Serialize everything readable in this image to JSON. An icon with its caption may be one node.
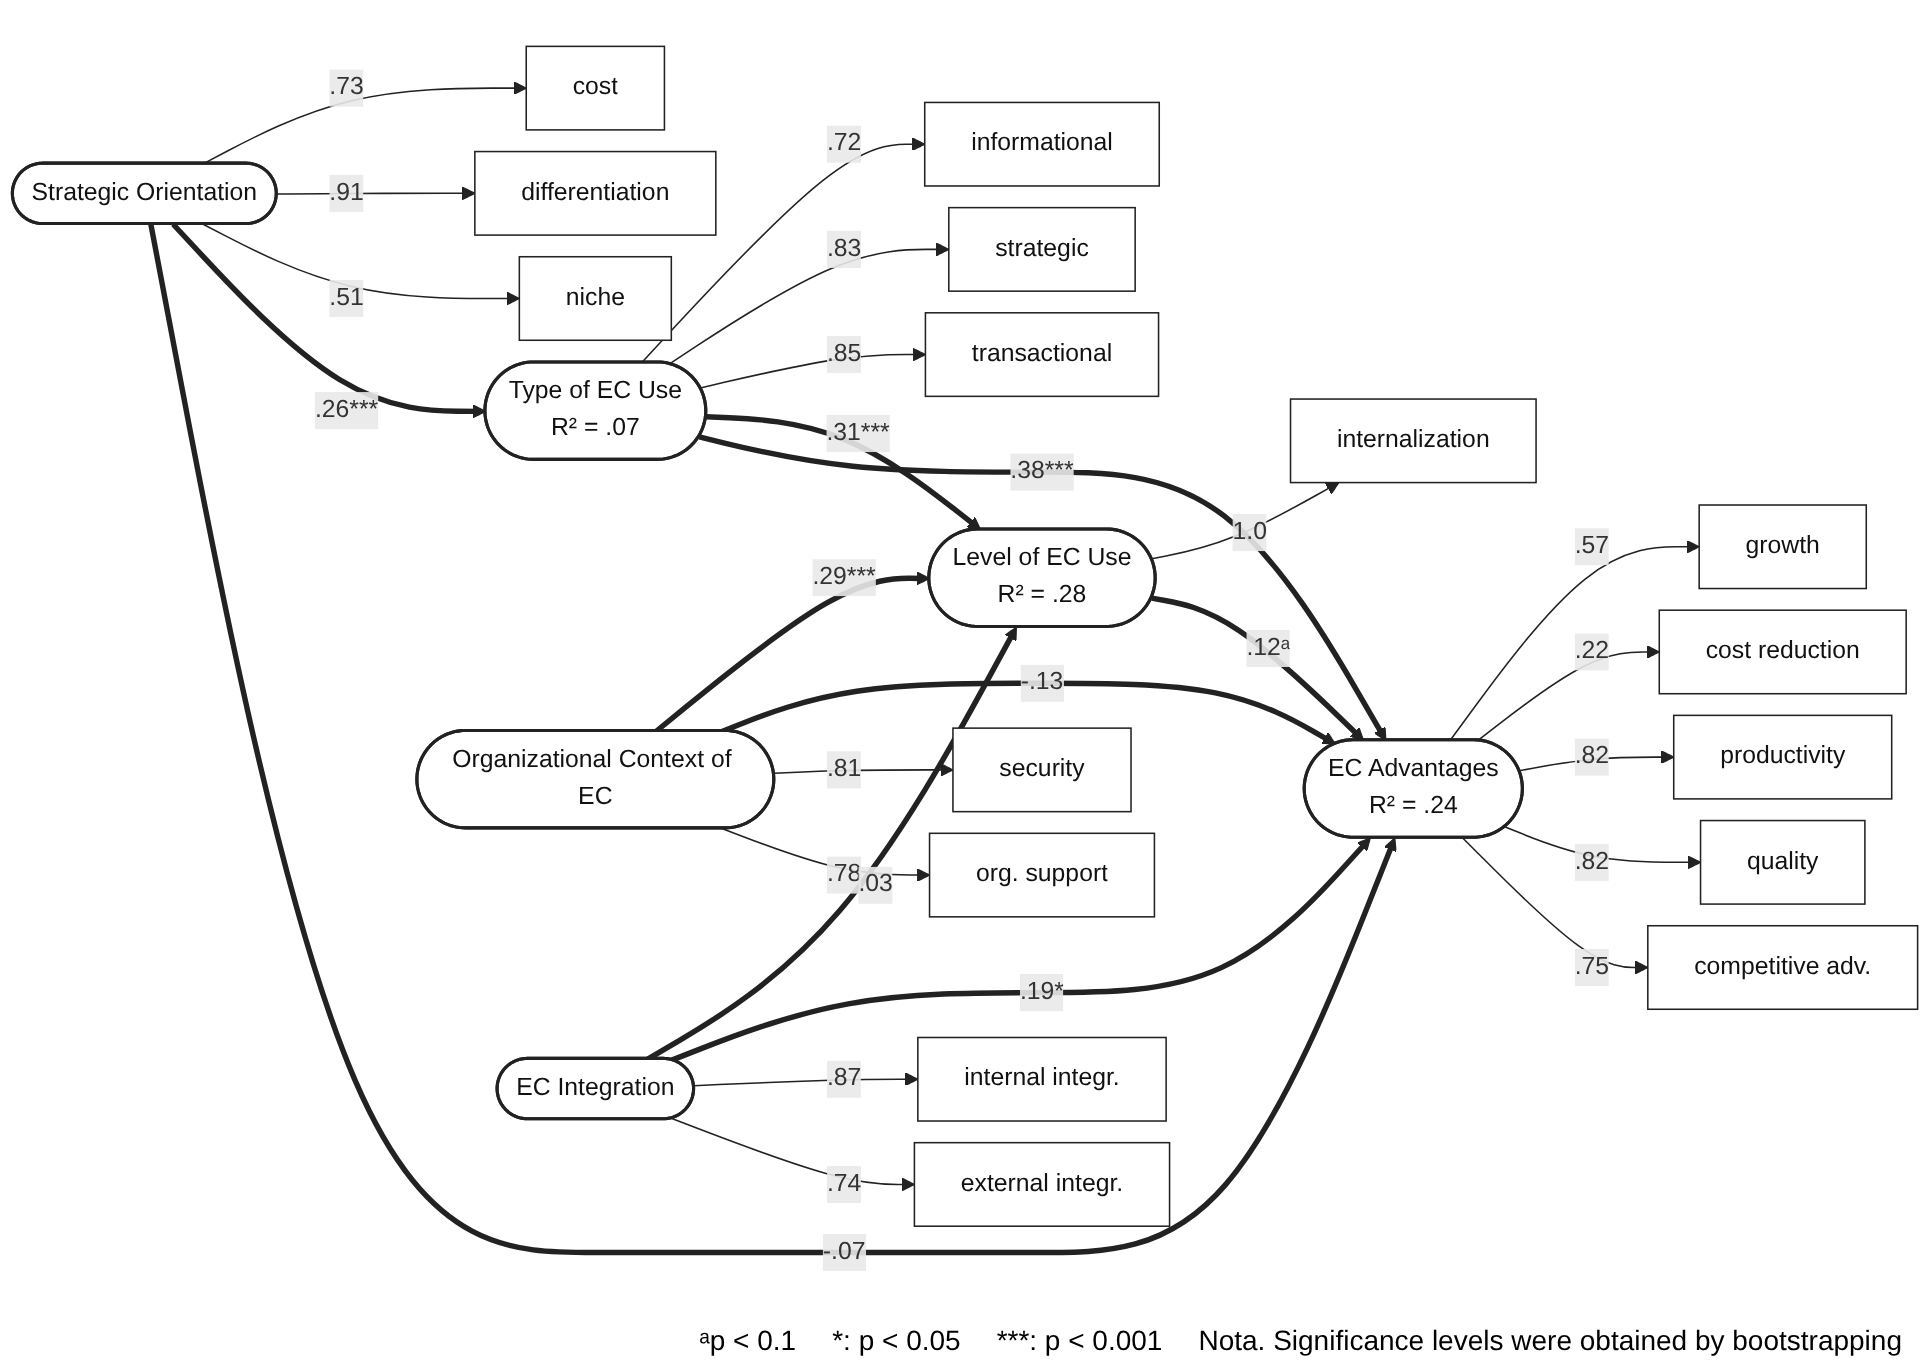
{
  "diagram": {
    "nodes": [
      {
        "text": [
          "Strategic Orientation"
        ]
      },
      {
        "text": [
          "cost"
        ]
      },
      {
        "text": [
          "differentiation"
        ]
      },
      {
        "text": [
          "niche"
        ]
      },
      {
        "text": [
          "Type of EC Use",
          "R² = .07"
        ]
      },
      {
        "text": [
          "informational"
        ]
      },
      {
        "text": [
          "strategic"
        ]
      },
      {
        "text": [
          "transactional"
        ]
      },
      {
        "text": [
          "Level of EC Use",
          "R² = .28"
        ]
      },
      {
        "text": [
          "internalization"
        ]
      },
      {
        "text": [
          "EC Advantages",
          "R² = .24"
        ]
      },
      {
        "text": [
          "growth"
        ]
      },
      {
        "text": [
          "cost reduction"
        ]
      },
      {
        "text": [
          "productivity"
        ]
      },
      {
        "text": [
          "quality"
        ]
      },
      {
        "text": [
          "competitive adv."
        ]
      },
      {
        "text": [
          "Organizational Context of EC"
        ]
      },
      {
        "text": [
          "security"
        ]
      },
      {
        "text": [
          "org. support"
        ]
      },
      {
        "text": [
          "EC Integration"
        ]
      },
      {
        "text": [
          "internal integr."
        ]
      },
      {
        "text": [
          "external integr."
        ]
      }
    ],
    "edges": [
      {
        "from": 0,
        "to": 1,
        "arrow": "to",
        "label": ".73"
      },
      {
        "from": 0,
        "to": 2,
        "arrow": "to",
        "label": ".91"
      },
      {
        "from": 0,
        "to": 3,
        "arrow": "to",
        "label": ".51"
      },
      {
        "from": 0,
        "to": 4,
        "arrow": "to",
        "label": ".26***",
        "style": "thick"
      },
      {
        "from": 0,
        "to": 10,
        "arrow": "to",
        "label": "-.07",
        "style": "thick"
      },
      {
        "from": 4,
        "to": 5,
        "arrow": "to",
        "label": ".72"
      },
      {
        "from": 4,
        "to": 6,
        "arrow": "to",
        "label": ".83"
      },
      {
        "from": 4,
        "to": 7,
        "arrow": "to",
        "label": ".85"
      },
      {
        "from": 4,
        "to": 8,
        "arrow": "to",
        "label": ".31***",
        "style": "thick"
      },
      {
        "from": 4,
        "to": 10,
        "arrow": "to",
        "label": ".38***",
        "style": "thick"
      },
      {
        "from": 8,
        "to": 9,
        "arrow": "to",
        "label": "1.0"
      },
      {
        "from": 8,
        "to": 10,
        "arrow": "to",
        "label": ".12ᵃ",
        "style": "thick"
      },
      {
        "from": 10,
        "to": 11,
        "arrow": "to",
        "label": ".57"
      },
      {
        "from": 10,
        "to": 12,
        "arrow": "to",
        "label": ".22"
      },
      {
        "from": 10,
        "to": 13,
        "arrow": "to",
        "label": ".82"
      },
      {
        "from": 10,
        "to": 14,
        "arrow": "to",
        "label": ".82"
      },
      {
        "from": 10,
        "to": 15,
        "arrow": "to",
        "label": ".75"
      },
      {
        "from": 16,
        "to": 8,
        "arrow": "to",
        "label": ".29***",
        "style": "thick"
      },
      {
        "from": 16,
        "to": 10,
        "arrow": "to",
        "label": "-.13",
        "style": "thick"
      },
      {
        "from": 16,
        "to": 17,
        "arrow": "to",
        "label": ".81"
      },
      {
        "from": 16,
        "to": 18,
        "arrow": "to",
        "label": ".78"
      },
      {
        "from": 19,
        "to": 8,
        "arrow": "to",
        "label": ".03",
        "style": "thick"
      },
      {
        "from": 19,
        "to": 10,
        "arrow": "to",
        "label": ".19*",
        "style": "thick"
      },
      {
        "from": 19,
        "to": 20,
        "arrow": "to",
        "label": ".87"
      },
      {
        "from": 19,
        "to": 21,
        "arrow": "to",
        "label": ".74"
      }
    ],
    "labels": [
      "ᵃp < 0.1",
      "*: p < 0.05",
      "***: p < 0.001",
      "Nota. Significance levels were obtained by bootstrapping"
    ]
  }
}
